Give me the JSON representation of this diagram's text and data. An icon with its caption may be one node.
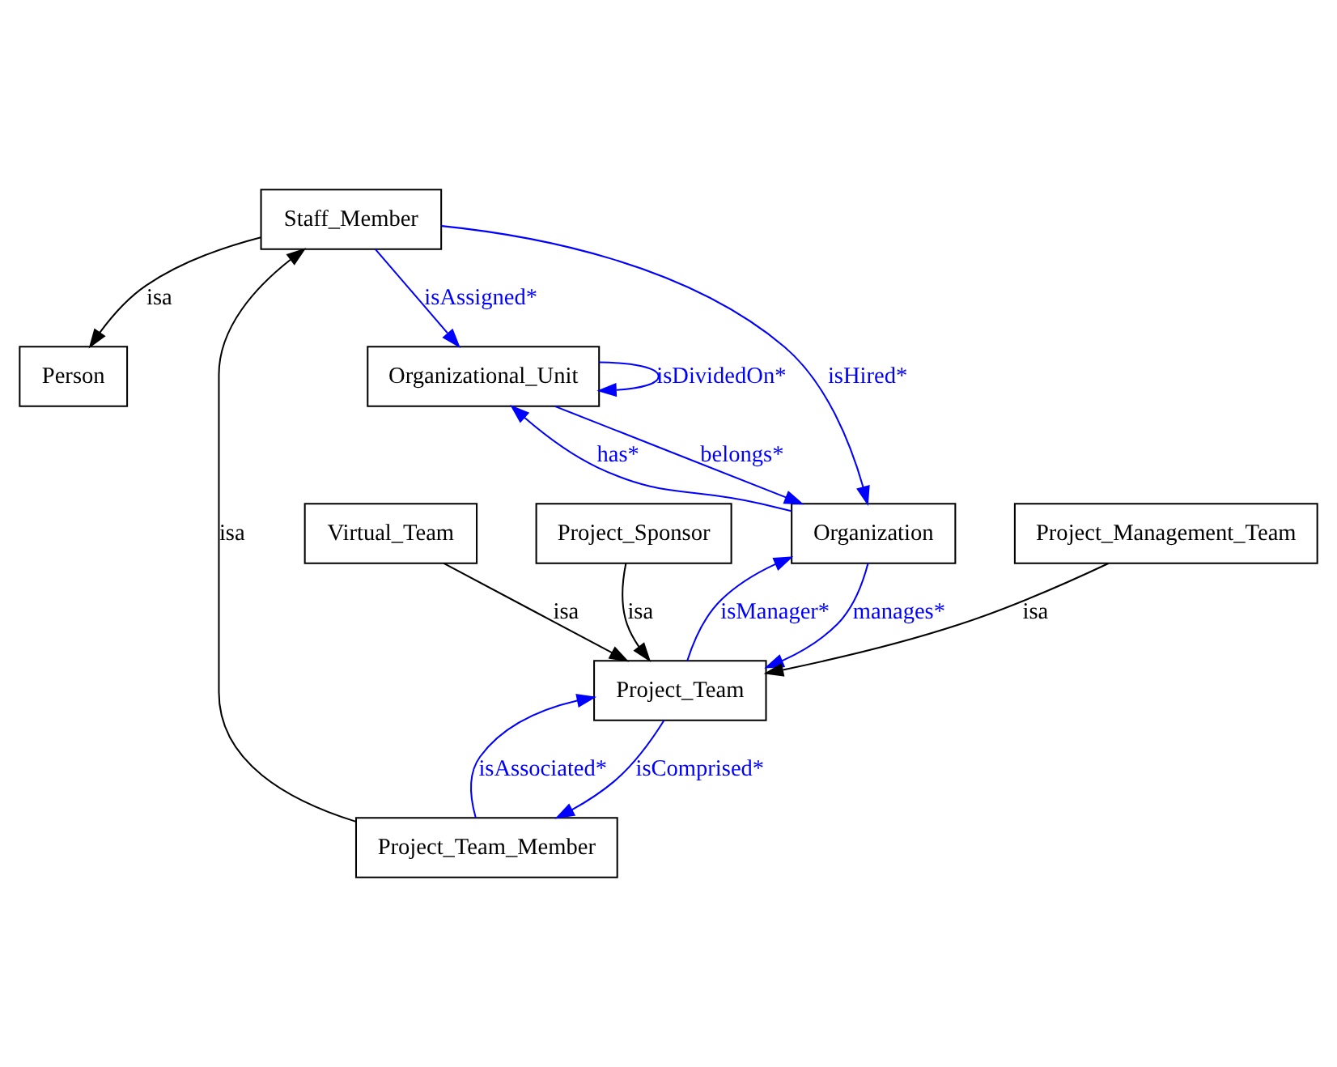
{
  "diagram": {
    "nodes": [
      {
        "text": [
          "Person"
        ]
      },
      {
        "text": [
          "Staff_Member"
        ]
      },
      {
        "text": [
          "Organizational_Unit"
        ]
      },
      {
        "text": [
          "Organization"
        ]
      },
      {
        "text": [
          "Project_Team"
        ]
      },
      {
        "text": [
          "Project_Team_Member"
        ]
      },
      {
        "text": [
          "Virtual_Team"
        ]
      },
      {
        "text": [
          "Project_Sponsor"
        ]
      },
      {
        "text": [
          "Project_Management_Team"
        ]
      }
    ],
    "edges": [
      {
        "from": 1,
        "to": 0,
        "arrow": "to",
        "label": "isa",
        "color": "#000000"
      },
      {
        "from": 1,
        "to": 2,
        "arrow": "to",
        "label": "isAssigned*"
      },
      {
        "from": 2,
        "to": 2,
        "arrow": "to",
        "label": "isDividedOn*"
      },
      {
        "from": 1,
        "to": 3,
        "arrow": "to",
        "label": "isHired*"
      },
      {
        "from": 2,
        "to": 3,
        "arrow": "to",
        "label": "belongs*"
      },
      {
        "from": 3,
        "to": 2,
        "arrow": "to",
        "label": "has*"
      },
      {
        "from": 4,
        "to": 3,
        "arrow": "to",
        "label": "isManager*"
      },
      {
        "from": 3,
        "to": 4,
        "arrow": "to",
        "label": "manages*"
      },
      {
        "from": 5,
        "to": 1,
        "arrow": "to",
        "label": "isa",
        "color": "#000000"
      },
      {
        "from": 5,
        "to": 4,
        "arrow": "to",
        "label": "isAssociated*"
      },
      {
        "from": 4,
        "to": 5,
        "arrow": "to",
        "label": "isComprised*"
      },
      {
        "from": 6,
        "to": 4,
        "arrow": "to",
        "label": "isa",
        "color": "#000000"
      },
      {
        "from": 7,
        "to": 4,
        "arrow": "to",
        "label": "isa",
        "color": "#000000"
      },
      {
        "from": 8,
        "to": 4,
        "arrow": "to",
        "label": "isa",
        "color": "#000000"
      }
    ]
  }
}
